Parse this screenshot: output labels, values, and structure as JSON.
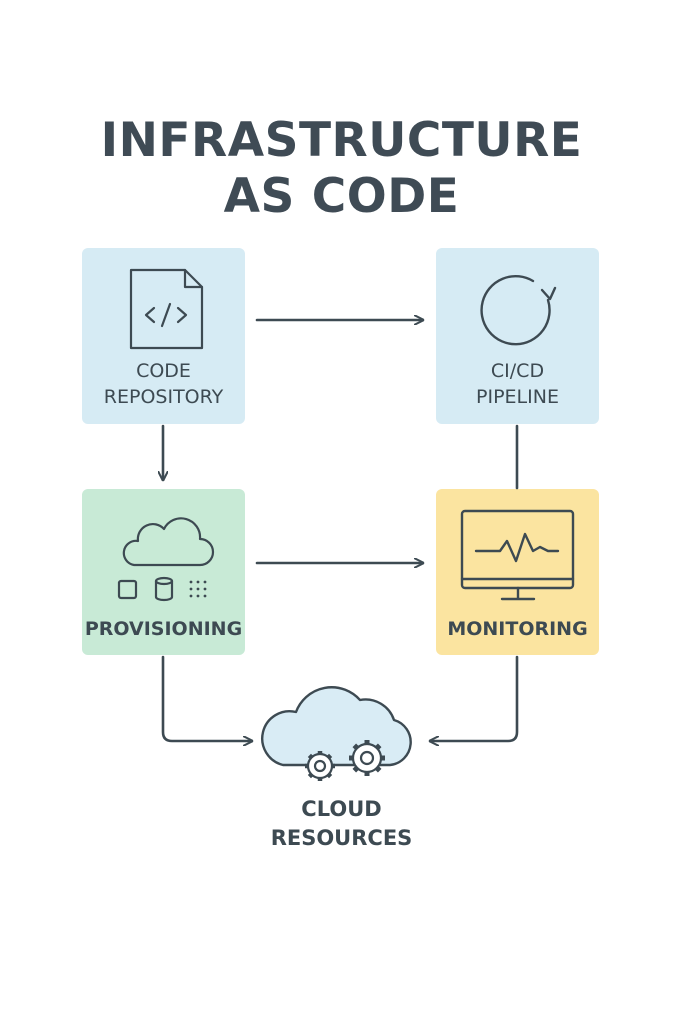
{
  "title": {
    "line1": "INFRASTRUCTURE",
    "line2": "AS CODE"
  },
  "nodes": {
    "code_repository": {
      "line1": "CODE",
      "line2": "REPOSITORY",
      "icon": "code-file-icon"
    },
    "ci_cd_pipeline": {
      "line1": "CI/CD",
      "line2": "PIPELINE",
      "icon": "refresh-cycle-icon"
    },
    "provisioning": {
      "label": "PROVISIONING",
      "icon": "cloud-resources-icon"
    },
    "monitoring": {
      "label": "MONITORING",
      "icon": "monitor-pulse-icon"
    },
    "cloud_resources": {
      "line1": "CLOUD",
      "line2": "RESOURCES",
      "icon": "cloud-gears-icon"
    }
  },
  "colors": {
    "blue_box": "#d6ebf4",
    "green_box": "#c8ead6",
    "yellow_box": "#fbe4a0",
    "stroke": "#3d4a52"
  },
  "connections": [
    {
      "from": "code_repository",
      "to": "ci_cd_pipeline"
    },
    {
      "from": "code_repository",
      "to": "provisioning"
    },
    {
      "from": "ci_cd_pipeline",
      "to": "monitoring"
    },
    {
      "from": "provisioning",
      "to": "monitoring"
    },
    {
      "from": "provisioning",
      "to": "cloud_resources"
    },
    {
      "from": "monitoring",
      "to": "cloud_resources"
    }
  ]
}
